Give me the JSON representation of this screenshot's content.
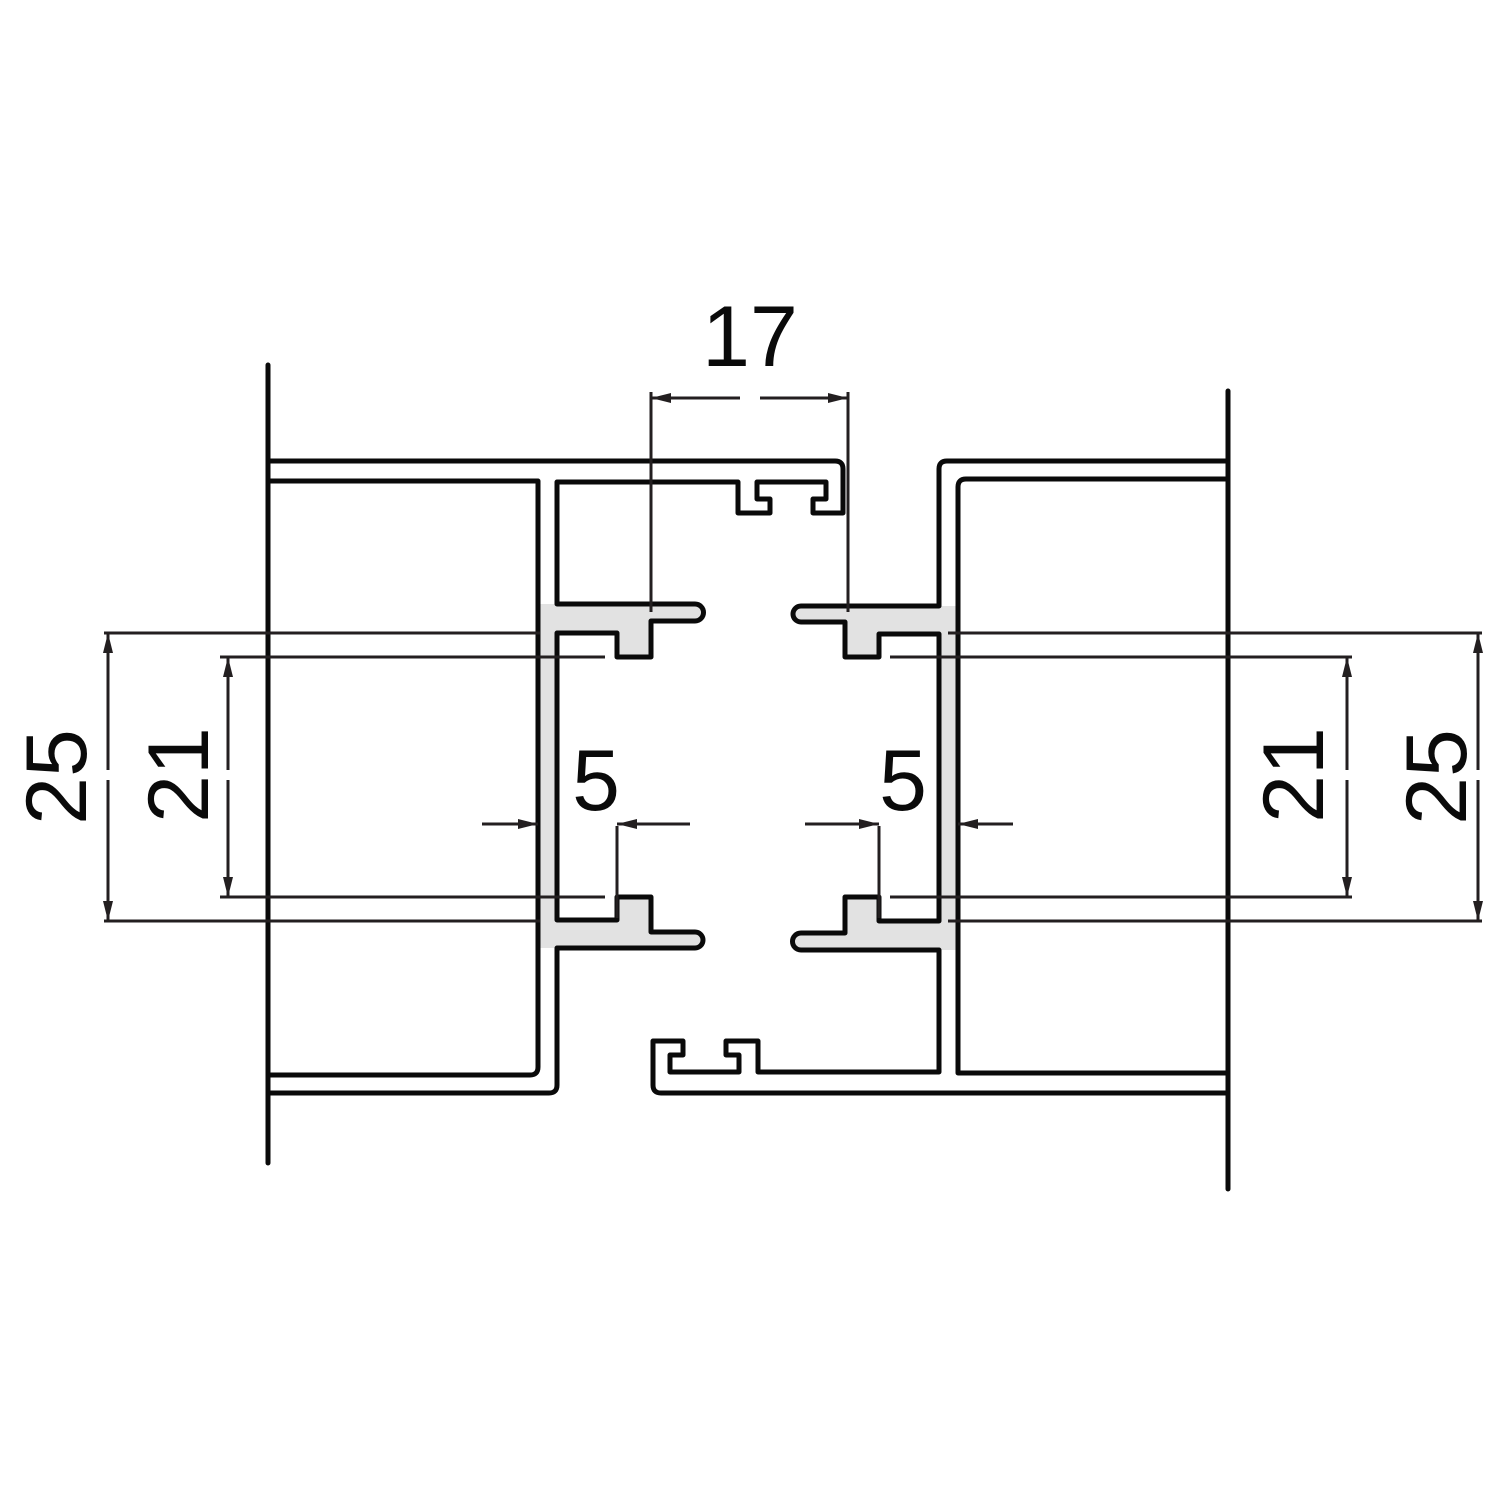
{
  "title": "Profile connection cross-section",
  "colors": {
    "line": "#0a0a0a",
    "dimension": "#231f20",
    "gasket": "#e2e2e2",
    "background": "#ffffff"
  },
  "dimensions": {
    "top_width": "17",
    "left_outer_height": "25",
    "left_inner_height": "21",
    "left_gap": "5",
    "right_gap": "5",
    "right_inner_height": "21",
    "right_outer_height": "25"
  }
}
